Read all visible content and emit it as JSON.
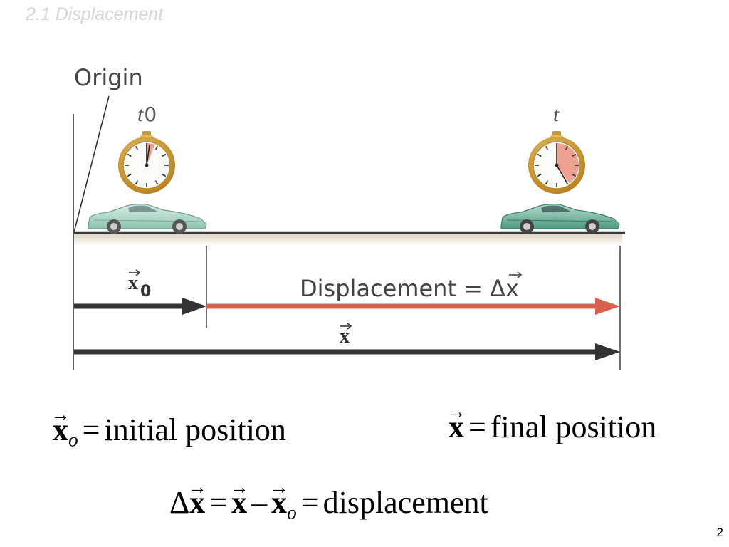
{
  "slide": {
    "title": "2.1 Displacement",
    "page_number": "2"
  },
  "figure": {
    "origin_label": "Origin",
    "t0_label": "t",
    "t0_sub": "0",
    "t_label": "t",
    "x0_label": "x",
    "x0_sub": "0",
    "displacement_label": "Displacement = Δx",
    "x_label": "x"
  },
  "equations": {
    "eq1": {
      "symbol": "x",
      "sub": "o",
      "eq": "=",
      "text": "initial position"
    },
    "eq2": {
      "symbol": "x",
      "eq": "=",
      "text": "final position"
    },
    "eq3": {
      "delta": "Δ",
      "lhs": "x",
      "eq1": "=",
      "x": "x",
      "minus": "–",
      "x0": "x",
      "sub": "o",
      "eq2": "=",
      "text": "displacement"
    }
  },
  "colors": {
    "ground": "#3a3a3a",
    "ground_shadow": "#e8e2d4",
    "black_arrow": "#333333",
    "red_arrow": "#d9604f",
    "car": "#9fcfbd",
    "clock_gold": "#d9a63a"
  }
}
